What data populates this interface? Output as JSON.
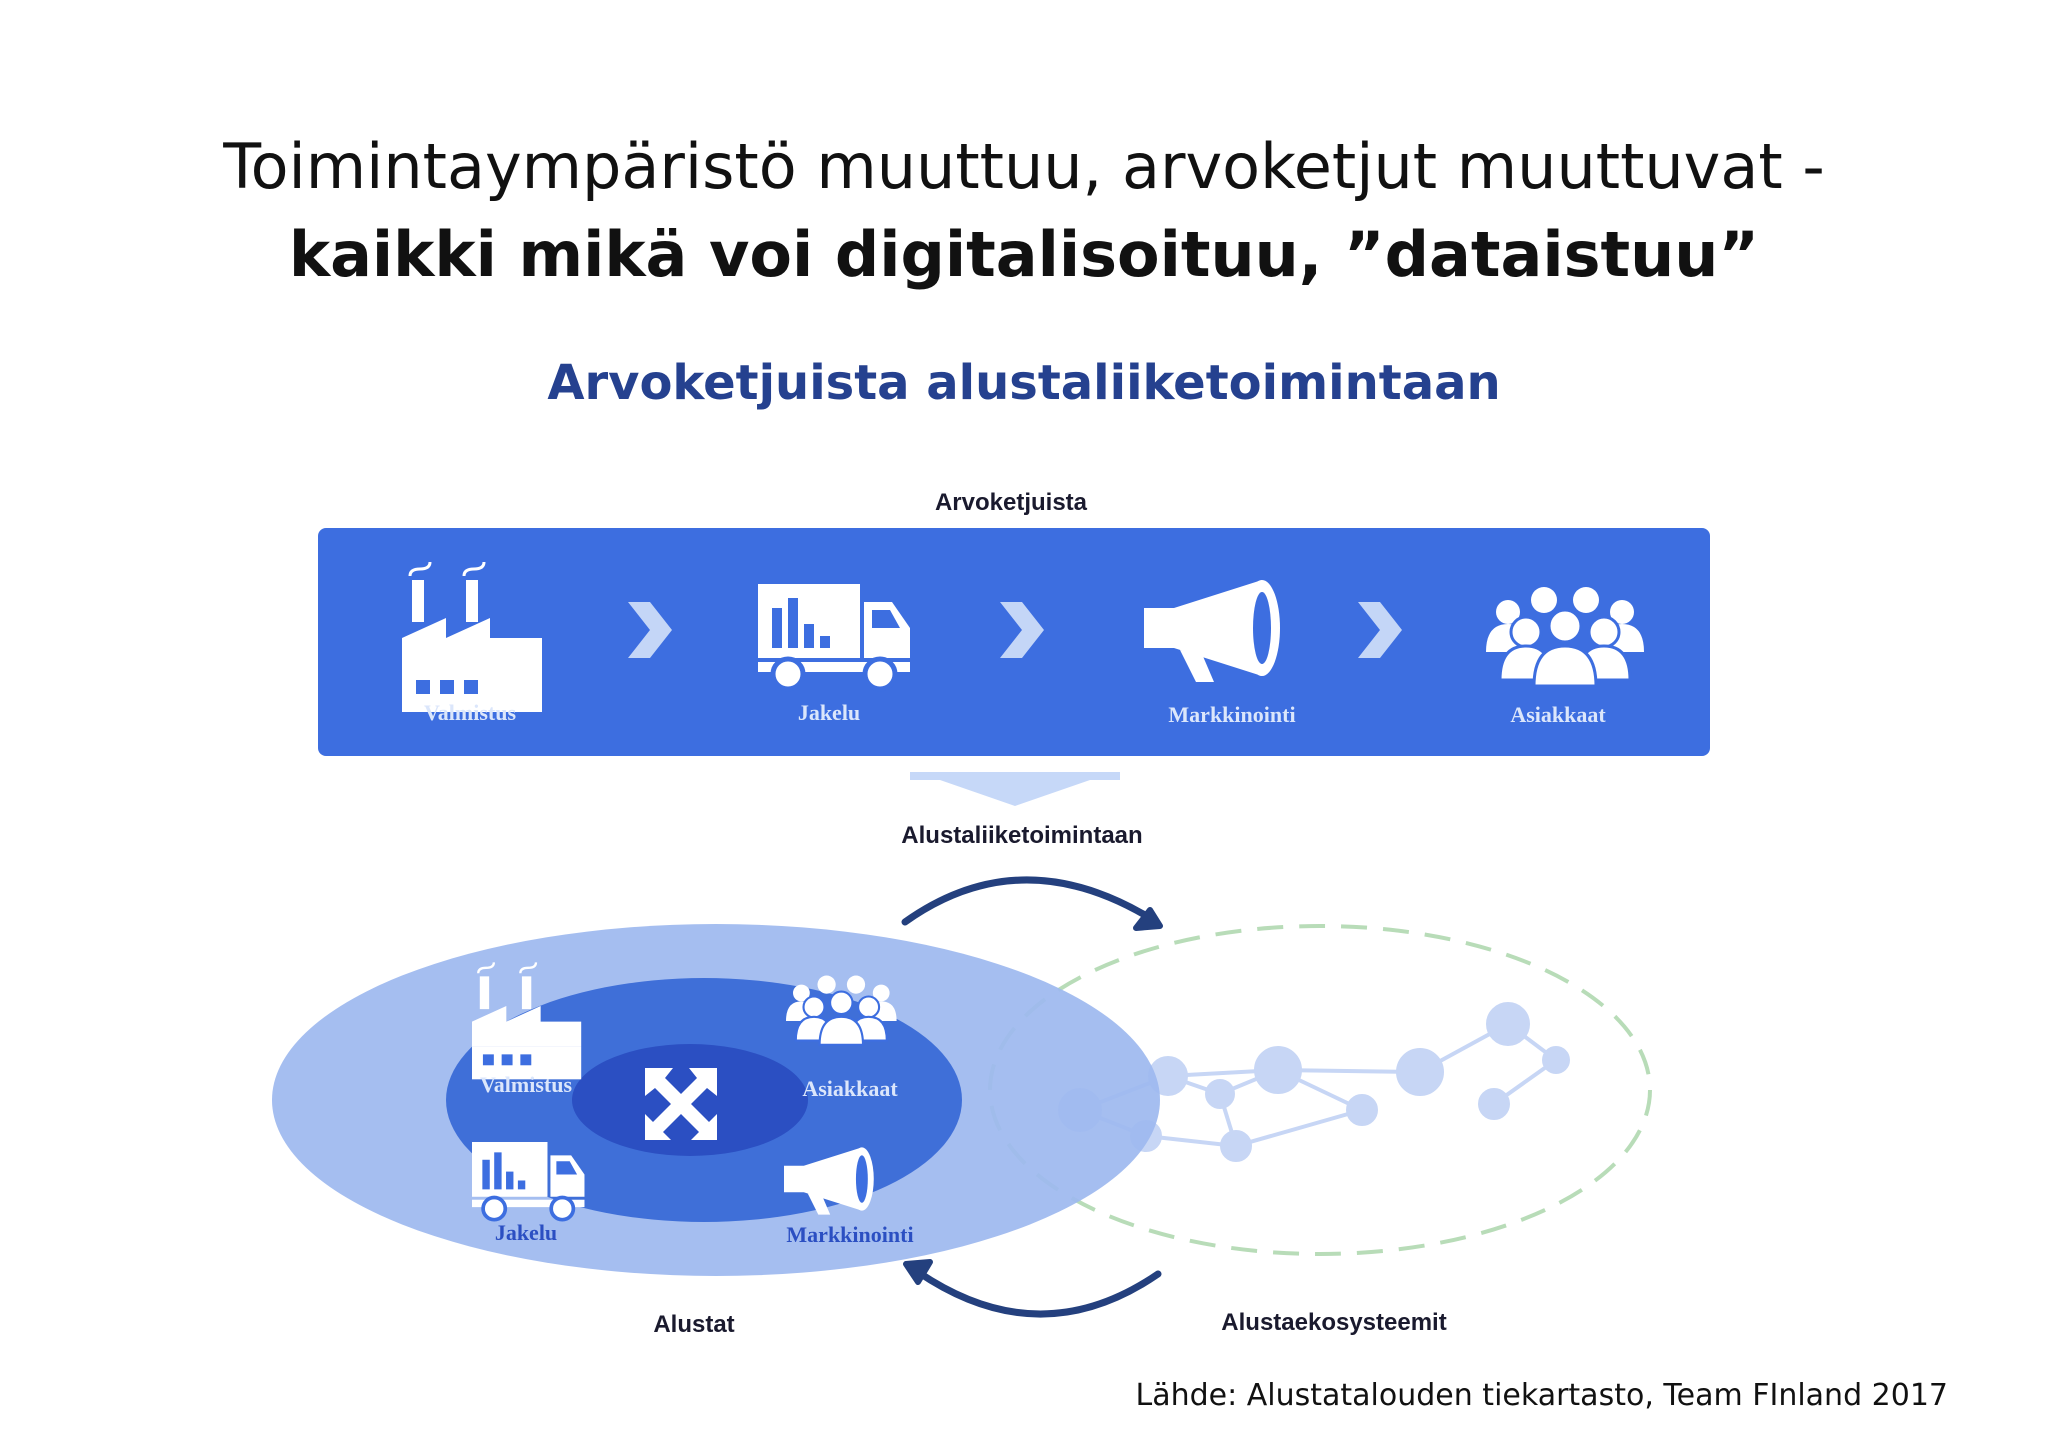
{
  "slide": {
    "title_line1": "Toimintaympäristö muuttuu, arvoketjut muuttuvat -",
    "title_line2": "kaikki mikä voi digitalisoituu, ”dataistuu”",
    "source": "Lähde: Alustatalouden tiekartasto, Team FInland 2017"
  },
  "diagram": {
    "heading": "Arvoketjuista alustaliiketoimintaan",
    "value_chain": {
      "label": "Arvoketjuista",
      "steps": [
        {
          "label": "Valmistus",
          "icon": "factory-icon"
        },
        {
          "label": "Jakelu",
          "icon": "truck-icon"
        },
        {
          "label": "Markkinointi",
          "icon": "megaphone-icon"
        },
        {
          "label": "Asiakkaat",
          "icon": "people-icon"
        }
      ]
    },
    "transition_label": "Alustaliiketoimintaan",
    "platform": {
      "label": "Alustat",
      "items": [
        {
          "label": "Valmistus",
          "icon": "factory-icon"
        },
        {
          "label": "Asiakkaat",
          "icon": "people-icon"
        },
        {
          "label": "Jakelu",
          "icon": "truck-icon"
        },
        {
          "label": "Markkinointi",
          "icon": "megaphone-icon"
        }
      ]
    },
    "ecosystem_label": "Alustaekosysteemit",
    "colors": {
      "band": "#3d6ee0",
      "outer_ellipse": "#9db8ef",
      "middle_ellipse": "#3f6fd8",
      "inner_ellipse": "#2b4fc2",
      "network": "#c7d6f5",
      "dashed": "#b8dcb8",
      "arrow": "#24407e"
    }
  }
}
